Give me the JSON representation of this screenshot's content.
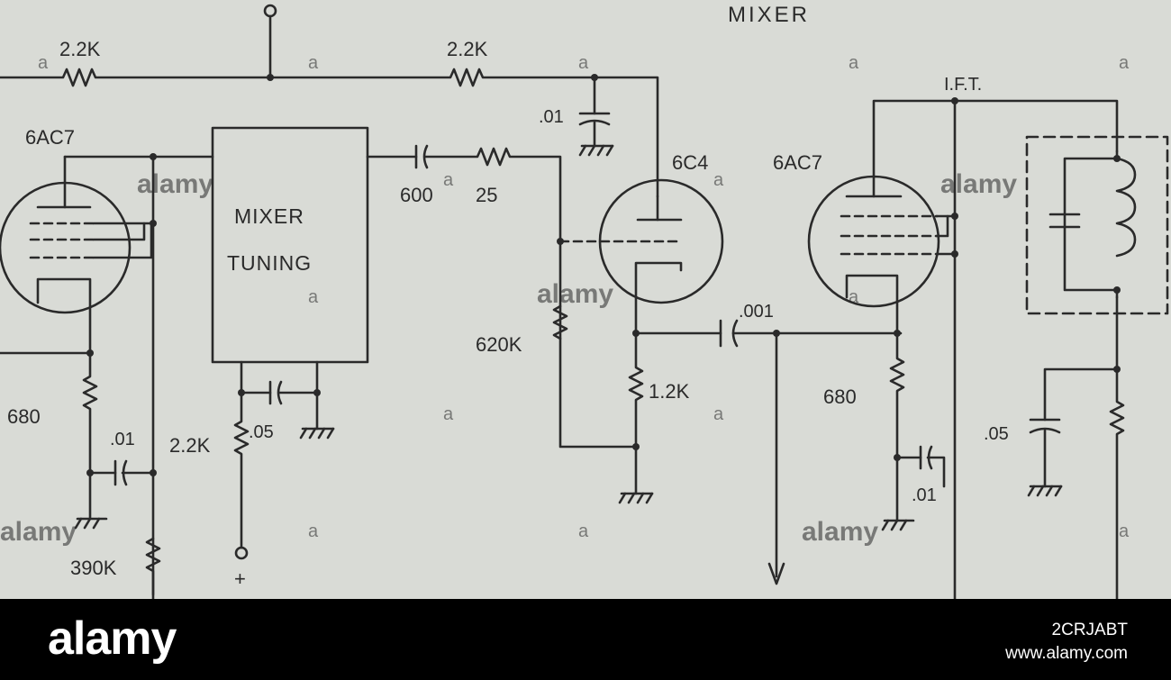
{
  "diagram": {
    "title": "MIXER",
    "tubes": {
      "tube1": "6AC7",
      "tube2": "6C4",
      "tube3": "6AC7"
    },
    "block": {
      "line1": "MIXER",
      "line2": "TUNING"
    },
    "transformer": "I.F.T.",
    "resistors": {
      "r_top_left": "2.2K",
      "r_top_mid": "2.2K",
      "r_cathode1": "680",
      "r_grid1": "390K",
      "r_supply": "2.2K",
      "r_series": "25",
      "r_grid2": "620K",
      "r_cathode2": "1.2K",
      "r_cathode3": "680"
    },
    "capacitors": {
      "c_top": ".01",
      "c_cathode1": ".01",
      "c_supply": ".05",
      "c_coupling": "600",
      "c_out": ".001",
      "c_cathode3": ".01",
      "c_ift": ".05"
    },
    "supply_terminal": "+"
  },
  "watermark": {
    "text": "alamy",
    "mark": "a"
  },
  "footer": {
    "logo": "alamy",
    "image_id": "2CRJABT",
    "url": "www.alamy.com"
  },
  "colors": {
    "paper": "#d9dbd6",
    "ink": "#2a2a2a",
    "footer": "#000000"
  }
}
